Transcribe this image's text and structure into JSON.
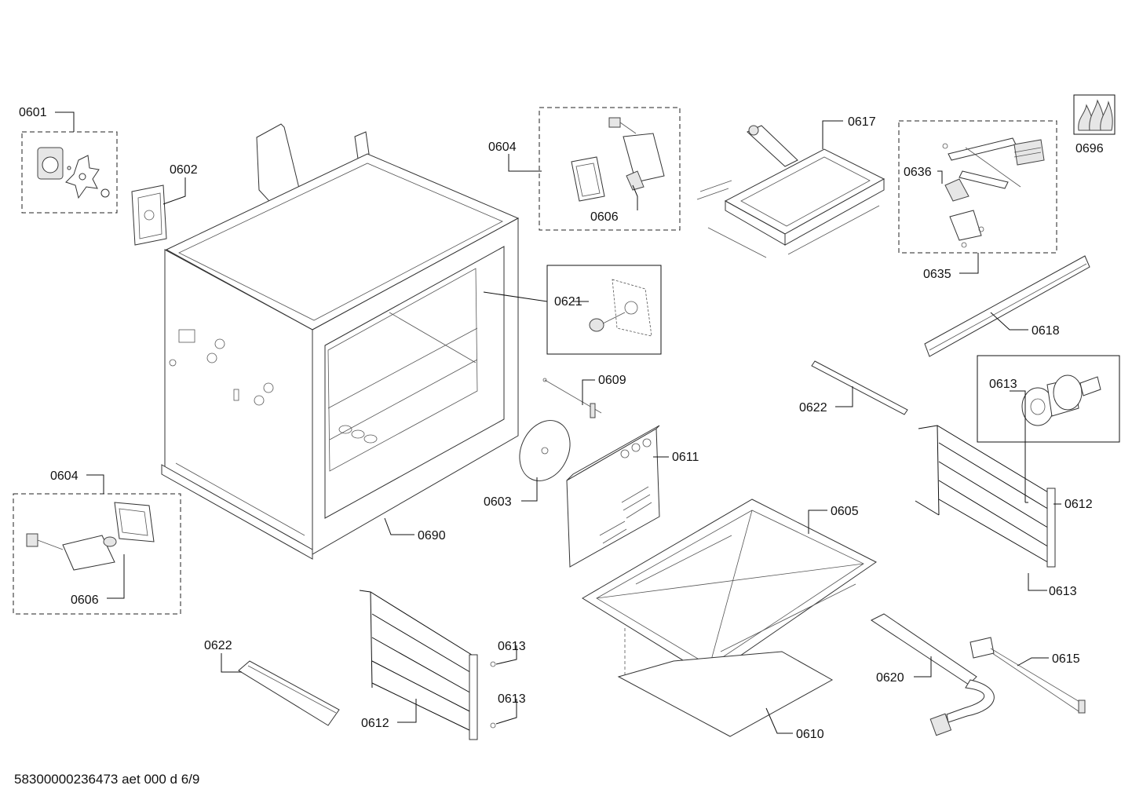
{
  "labels": {
    "p0601": "0601",
    "p0602": "0602",
    "p0604_top": "0604",
    "p0606_top": "0606",
    "p0617": "0617",
    "p0636": "0636",
    "p0635": "0635",
    "p0696": "0696",
    "p0621": "0621",
    "p0618": "0618",
    "p0609": "0609",
    "p0622_right": "0622",
    "p0613_box": "0613",
    "p0611": "0611",
    "p0603": "0603",
    "p0604_left": "0604",
    "p0606_left": "0606",
    "p0690": "0690",
    "p0605": "0605",
    "p0612_right": "0612",
    "p0613_right": "0613",
    "p0622_left": "0622",
    "p0613_a": "0613",
    "p0613_b": "0613",
    "p0612_left": "0612",
    "p0620": "0620",
    "p0615": "0615",
    "p0610": "0610"
  },
  "footer": "58300000236473 aet 000 d 6/9"
}
